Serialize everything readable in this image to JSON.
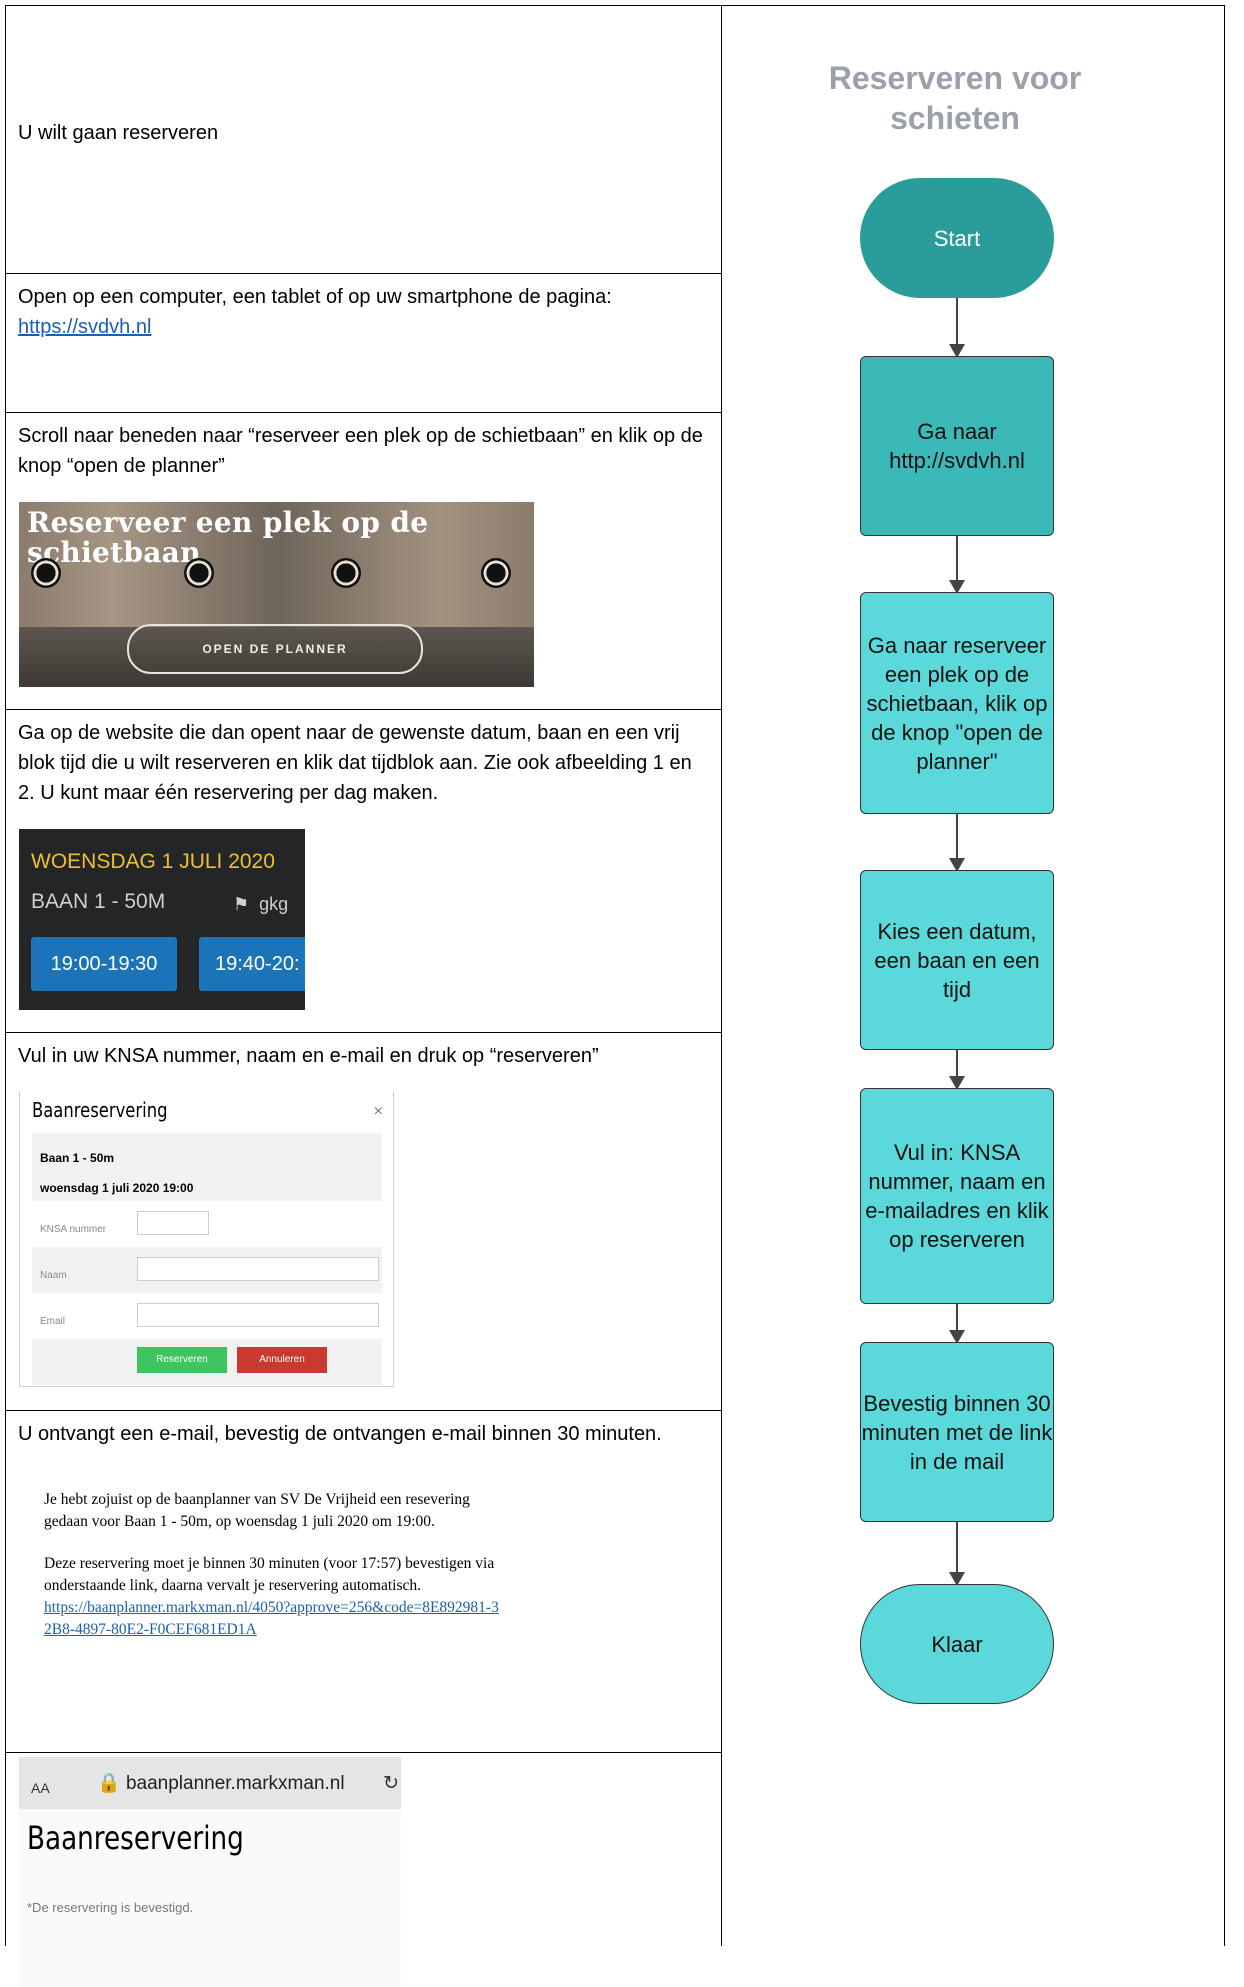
{
  "steps": {
    "s1": "U wilt gaan reserveren",
    "s2_text": "Open op een computer, een tablet of op uw smartphone de pagina:",
    "s2_link": "https://svdvh.nl",
    "s3_text": "Scroll naar beneden naar “reserveer een plek op de schietbaan” en klik op de knop “open de planner”",
    "s4_text": "Ga op de website die dan opent naar de gewenste datum, baan en een vrij blok tijd die u wilt reserveren en klik dat tijdblok aan. Zie ook afbeelding 1 en 2. U kunt maar één reservering per dag maken.",
    "s5_text": "Vul in uw KNSA nummer, naam en e-mail en druk op “reserveren”",
    "s6_text": "U ontvangt een e-mail, bevestig de ontvangen e-mail binnen 30 minuten."
  },
  "banner": {
    "title": "Reserveer een plek op de schietbaan",
    "button": "OPEN DE PLANNER"
  },
  "schedule": {
    "date": "WOENSDAG 1 JULI 2020",
    "baan": "BAAN 1 - 50M",
    "user": "gkg",
    "slot1": "19:00-19:30",
    "slot2": "19:40-20:"
  },
  "form": {
    "title": "Baanreservering",
    "close": "×",
    "baan": "Baan 1 - 50m",
    "datetime": "woensdag 1 juli 2020 19:00",
    "knsa_label": "KNSA nummer",
    "naam_label": "Naam",
    "email_label": "Email",
    "submit": "Reserveren",
    "cancel": "Annuleren"
  },
  "email": {
    "p1": "Je hebt zojuist op de baanplanner van SV De Vrijheid een resevering gedaan voor Baan 1 - 50m, op woensdag 1 juli 2020 om 19:00.",
    "p2": "Deze reservering moet je binnen 30 minuten (voor 17:57) bevestigen via onderstaande link, daarna vervalt je reservering automatisch.",
    "link": "https://baanplanner.markxman.nl/4050?approve=256&code=8E892981-32B8-4897-80E2-F0CEF681ED1A"
  },
  "phone": {
    "aa": "AA",
    "url": "baanplanner.markxman.nl",
    "title": "Baanreservering",
    "message": "*De reservering is bevestigd."
  },
  "flowchart": {
    "title": "Reserveren voor schieten",
    "start": "Start",
    "n1": "Ga naar http://svdvh.nl",
    "n2": "Ga naar reserveer een plek op de schietbaan, klik op de knop \"open de planner\"",
    "n3": "Kies een datum, een baan en een tijd",
    "n4": "Vul in: KNSA nummer, naam en e-mailadres en klik op reserveren",
    "n5": "Bevestig binnen 30 minuten met de link in de mail",
    "end": "Klaar"
  },
  "colors": {
    "start": "#2a9d9a",
    "node_dark": "#3bb8b8",
    "node_light": "#5bd9da",
    "title_grey": "#9aa1ab",
    "link_blue": "#1a5fb4"
  }
}
